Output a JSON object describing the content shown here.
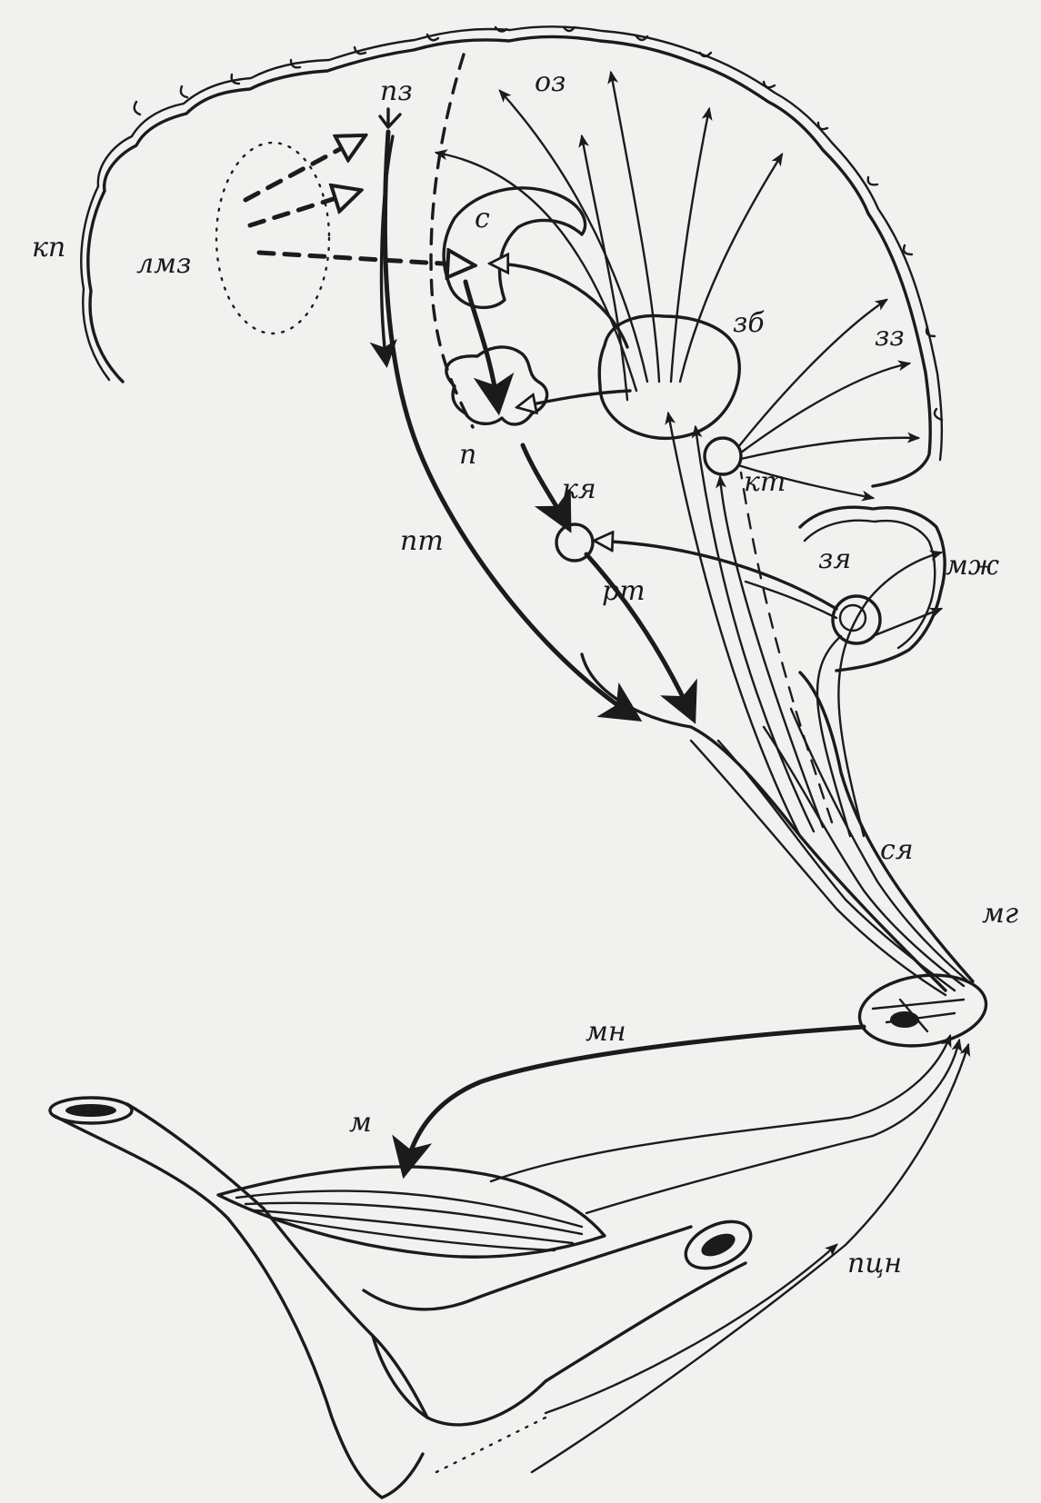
{
  "labels": {
    "kp": "кп",
    "lmz": "лмз",
    "pz": "пз",
    "oz": "оз",
    "s": "с",
    "zb": "зб",
    "zz": "зз",
    "p": "п",
    "kya": "кя",
    "kt": "кт",
    "pt": "пт",
    "rt": "рт",
    "zya": "зя",
    "mzh": "мж",
    "sya": "ся",
    "mg": "мг",
    "mn": "мн",
    "m": "м",
    "pcn": "пцн"
  },
  "colors": {
    "ink": "#1b1b1b",
    "paper": "#f1f1ef"
  }
}
